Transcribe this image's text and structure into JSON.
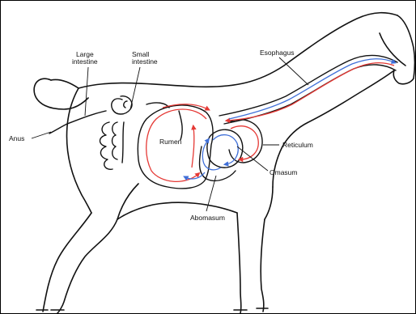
{
  "labels": {
    "large_intestine_line1": "Large",
    "large_intestine_line2": "intestine",
    "small_intestine_line1": "Small",
    "small_intestine_line2": "intestine",
    "esophagus": "Esophagus",
    "anus": "Anus",
    "rumen": "Rumen",
    "reticulum": "Reticulum",
    "omasum": "Omasum",
    "abomasum": "Abomasum"
  },
  "colors": {
    "outline": "#111111",
    "inbound_flow": "#e53935",
    "outbound_flow": "#3f6fd8"
  },
  "icons": {
    "animal": "goat-silhouette-outline",
    "flow": "arrow-icon"
  }
}
